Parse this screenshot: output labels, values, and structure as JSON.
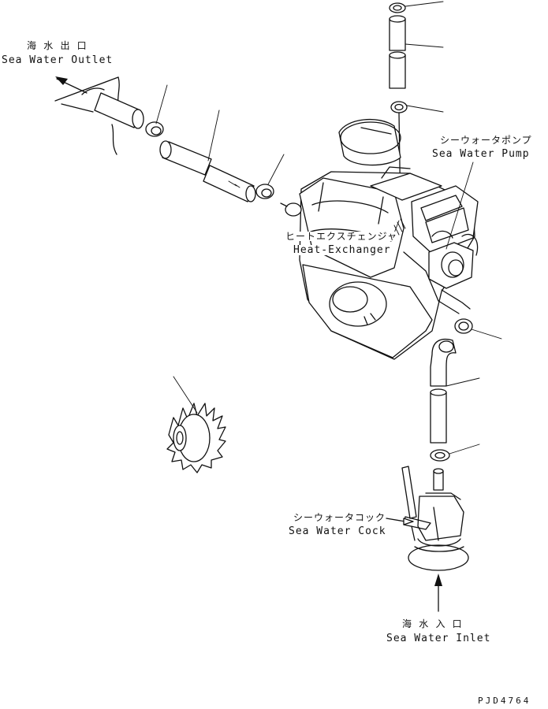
{
  "labels": {
    "outlet": {
      "jp": "海 水 出 口",
      "en": "Sea Water Outlet"
    },
    "pump": {
      "jp": "シーウォータポンプ",
      "en": "Sea Water Pump"
    },
    "exchanger": {
      "jp": "ヒートエクスチェンジャ",
      "en": "Heat-Exchanger"
    },
    "cock": {
      "jp": "シーウォータコック",
      "en": "Sea Water Cock"
    },
    "inlet": {
      "jp": "海 水 入 口",
      "en": "Sea Water Inlet"
    }
  },
  "drawing_code": "PJD4764"
}
